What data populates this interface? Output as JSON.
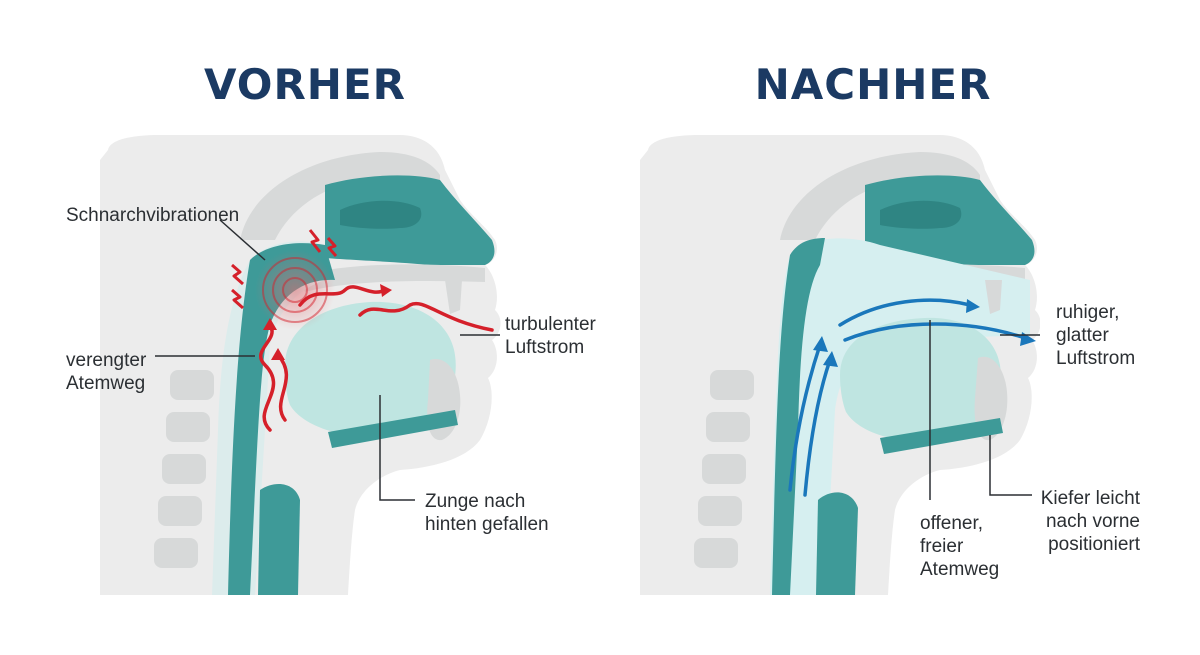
{
  "titles": {
    "before": "VORHER",
    "after": "NACHHER"
  },
  "before_labels": {
    "vibrations": "Schnarchvibrationen",
    "narrowed_airway": "verengter\nAtemweg",
    "turbulent_airflow": "turbulenter\nLuftstrom",
    "tongue": "Zunge nach\nhinten gefallen"
  },
  "after_labels": {
    "calm_airflow": "ruhiger,\nglatter\nLuftstrom",
    "jaw": "Kiefer leicht\nnach vorne\npositioniert",
    "open_airway": "offener,\nfreier\nAtemweg"
  },
  "colors": {
    "title": "#1b3a63",
    "head_silhouette": "#ececec",
    "bone": "#d7d9d9",
    "tissue_teal": "#3e9a98",
    "tongue_light_teal": "#bfe5e1",
    "airway_before": "#dcecec",
    "airway_after": "#d6eff0",
    "turbulence_red": "#d5202a",
    "airflow_blue": "#1a77bb",
    "leader_line": "#2b2f33"
  }
}
